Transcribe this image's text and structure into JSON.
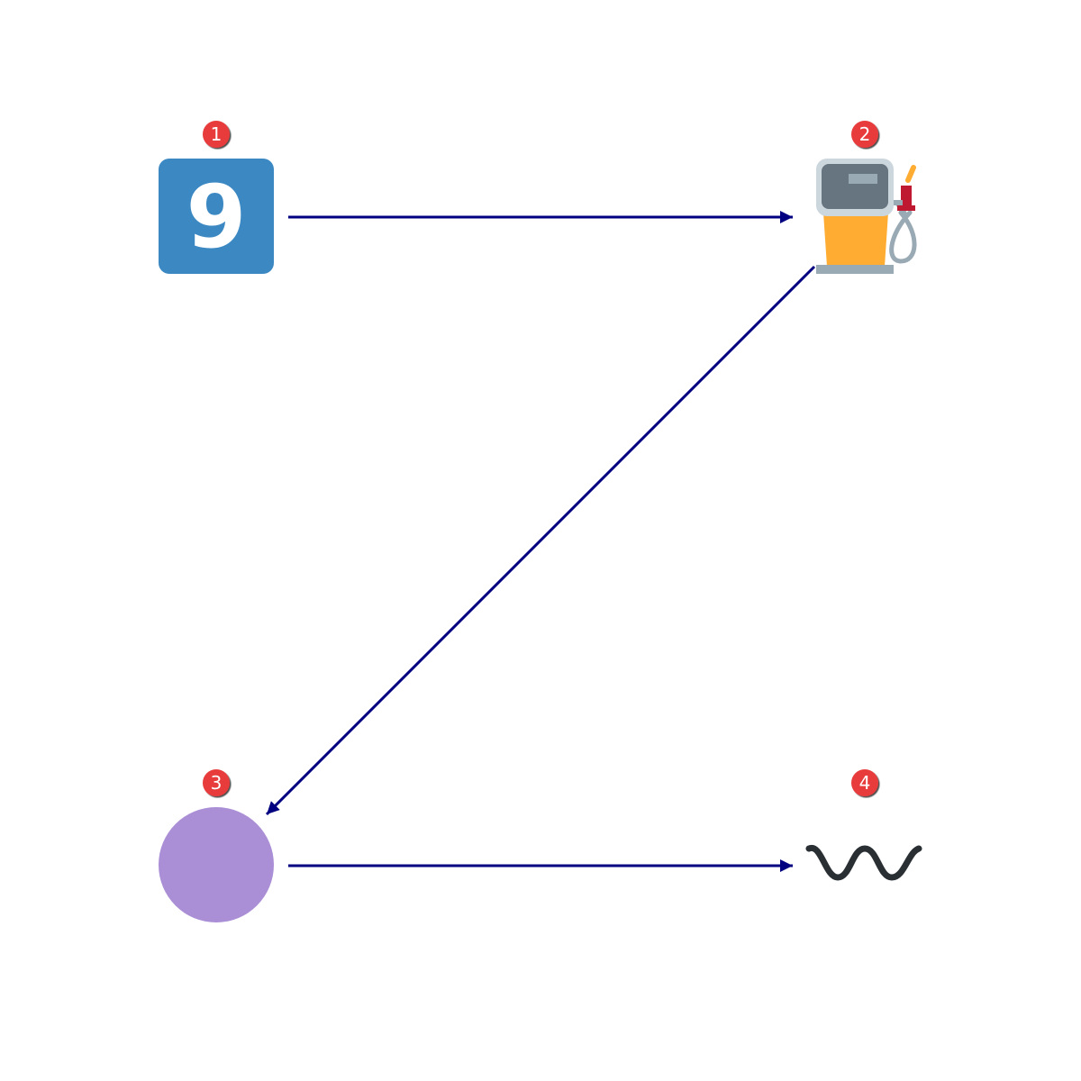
{
  "diagram": {
    "edge_color": "#000080",
    "badge_color": "#e83a3a",
    "nodes": [
      {
        "id": "1",
        "badge": "1",
        "icon": "keycap-nine-icon",
        "glyph": "9",
        "color": "#3b88c3"
      },
      {
        "id": "2",
        "badge": "2",
        "icon": "fuel-pump-icon",
        "color": "#ffac33"
      },
      {
        "id": "3",
        "badge": "3",
        "icon": "purple-circle-icon",
        "color": "#aa8ed6"
      },
      {
        "id": "4",
        "badge": "4",
        "icon": "wavy-dash-icon",
        "color": "#292f33"
      }
    ],
    "edges": [
      {
        "from": "1",
        "to": "2"
      },
      {
        "from": "2",
        "to": "3"
      },
      {
        "from": "3",
        "to": "4"
      }
    ]
  }
}
